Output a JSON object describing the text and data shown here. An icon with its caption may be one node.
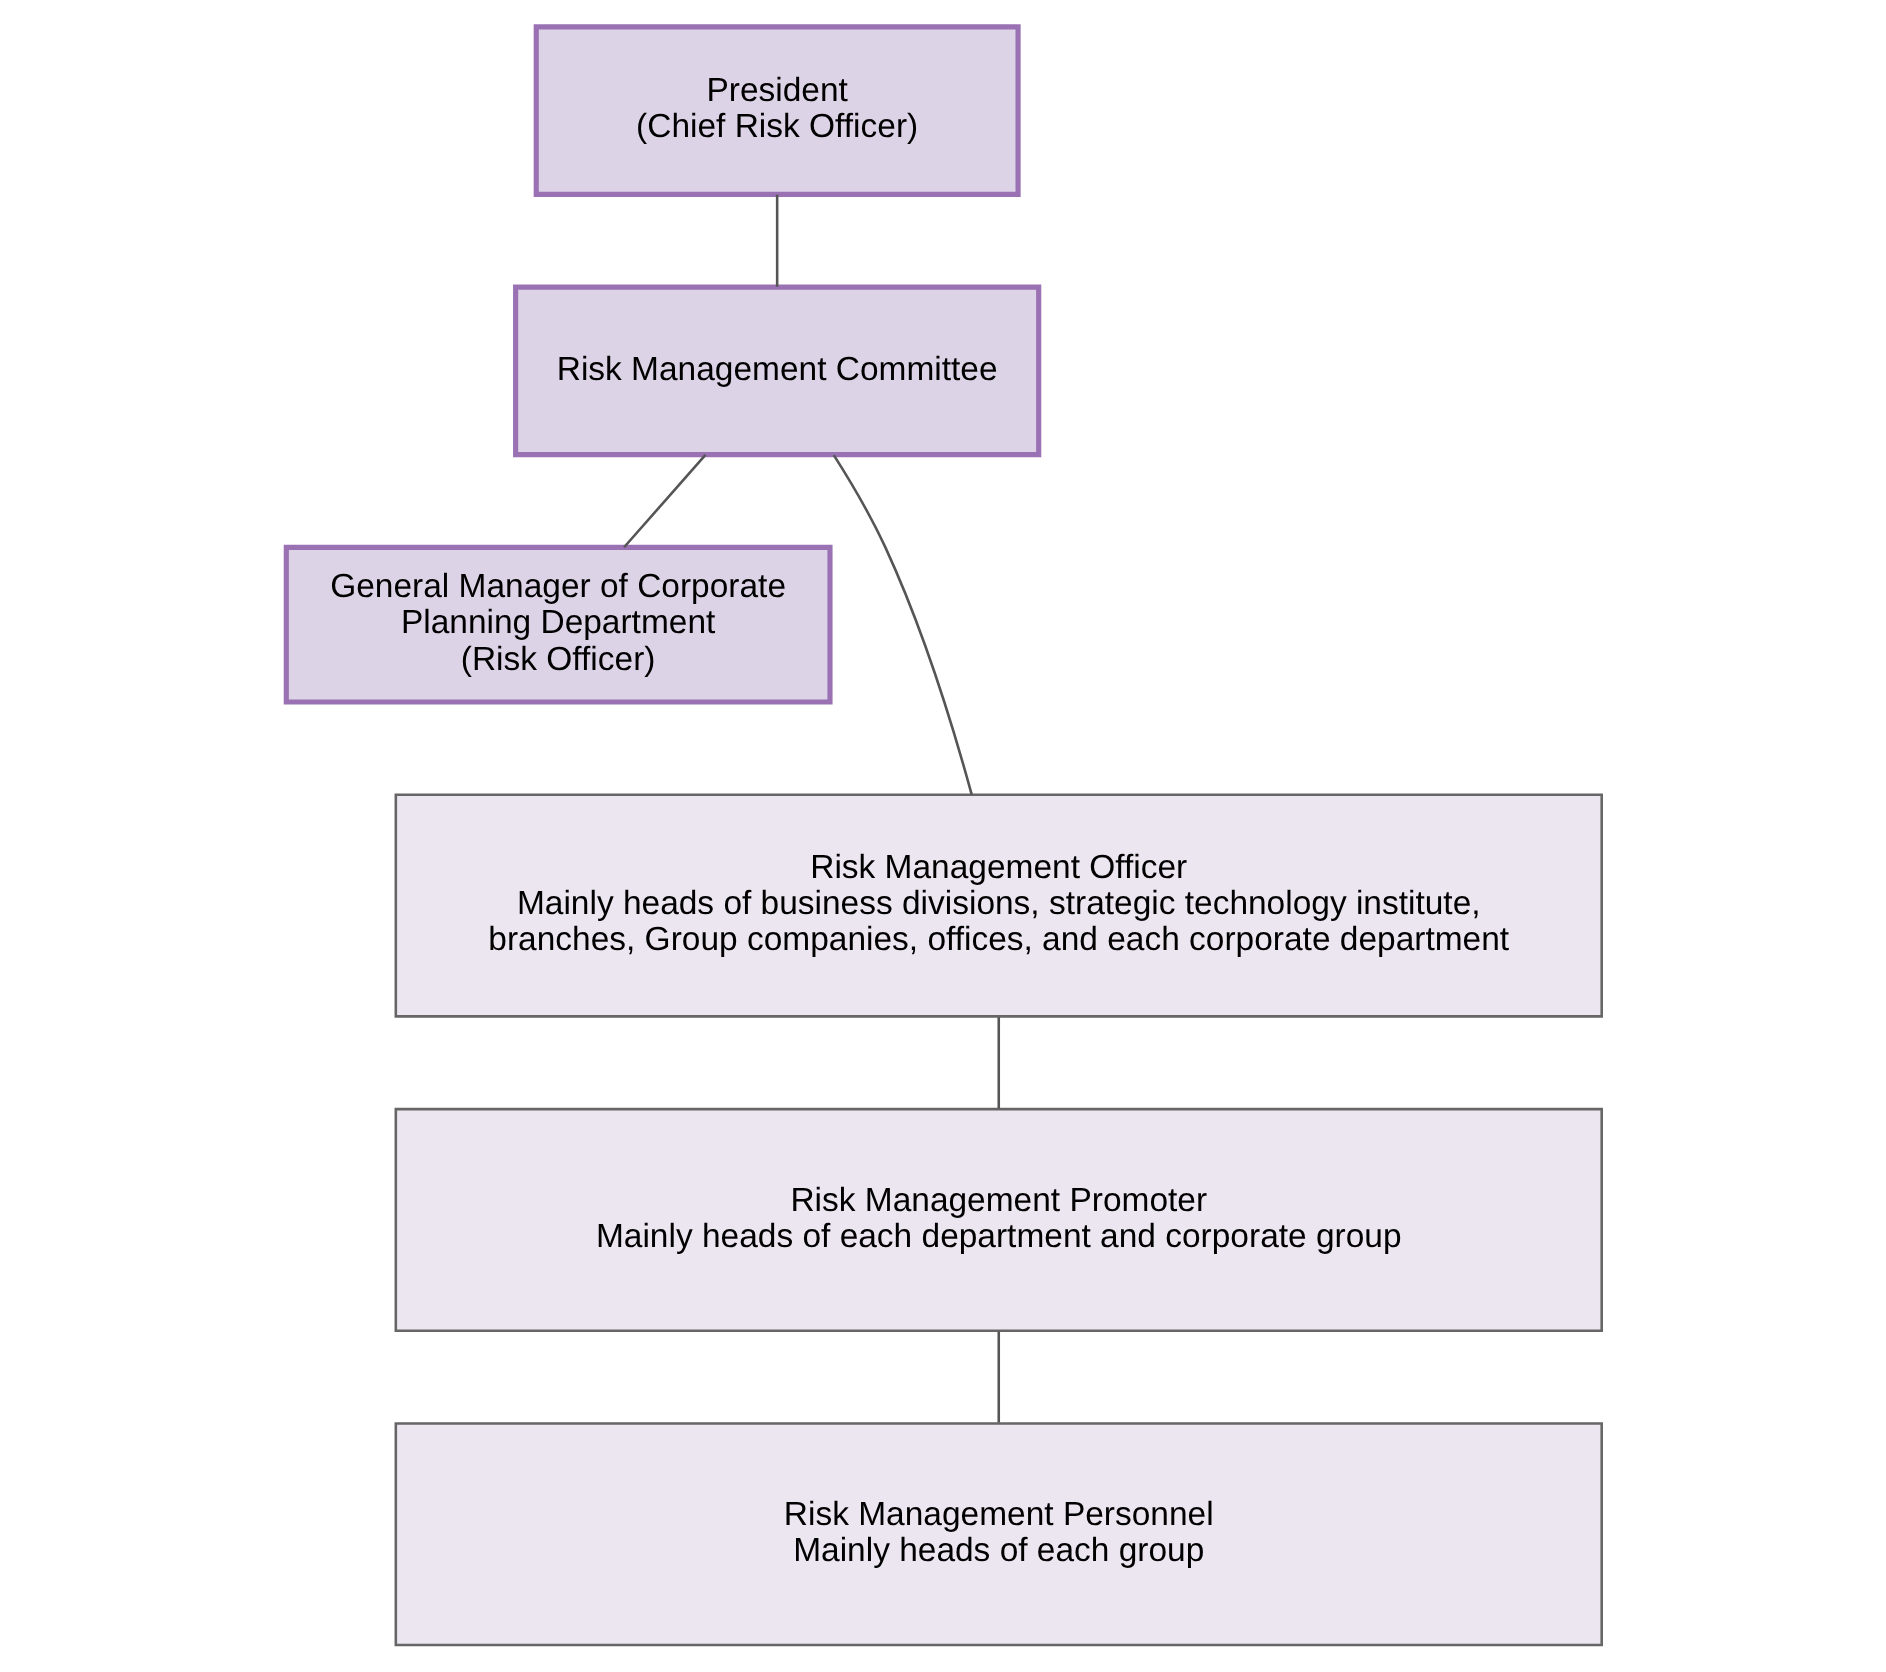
{
  "diagram": {
    "nodes": [
      {
        "text": [
          "President",
          "(Chief Risk Officer)"
        ]
      },
      {
        "text": [
          "Risk Management Committee"
        ]
      },
      {
        "text": [
          "General Manager of Corporate Planning Department",
          "(Risk Officer)"
        ]
      },
      {
        "text": [
          "Risk Management Officer",
          "Mainly heads of business divisions, strategic technology institute, branches, Group companies, offices, and each corporate department"
        ]
      },
      {
        "text": [
          "Risk Management Promoter",
          "Mainly heads of each department and corporate group"
        ]
      },
      {
        "text": [
          "Risk Management Personnel",
          "Mainly heads of each group"
        ]
      }
    ],
    "edges": [
      {
        "from": 0,
        "to": 1,
        "arrow": "none"
      },
      {
        "from": 1,
        "to": 3,
        "arrow": "none"
      },
      {
        "from": 1,
        "to": 2,
        "arrow": "none"
      },
      {
        "from": 3,
        "to": 4,
        "arrow": "none"
      },
      {
        "from": 4,
        "to": 5,
        "arrow": "none"
      }
    ]
  }
}
